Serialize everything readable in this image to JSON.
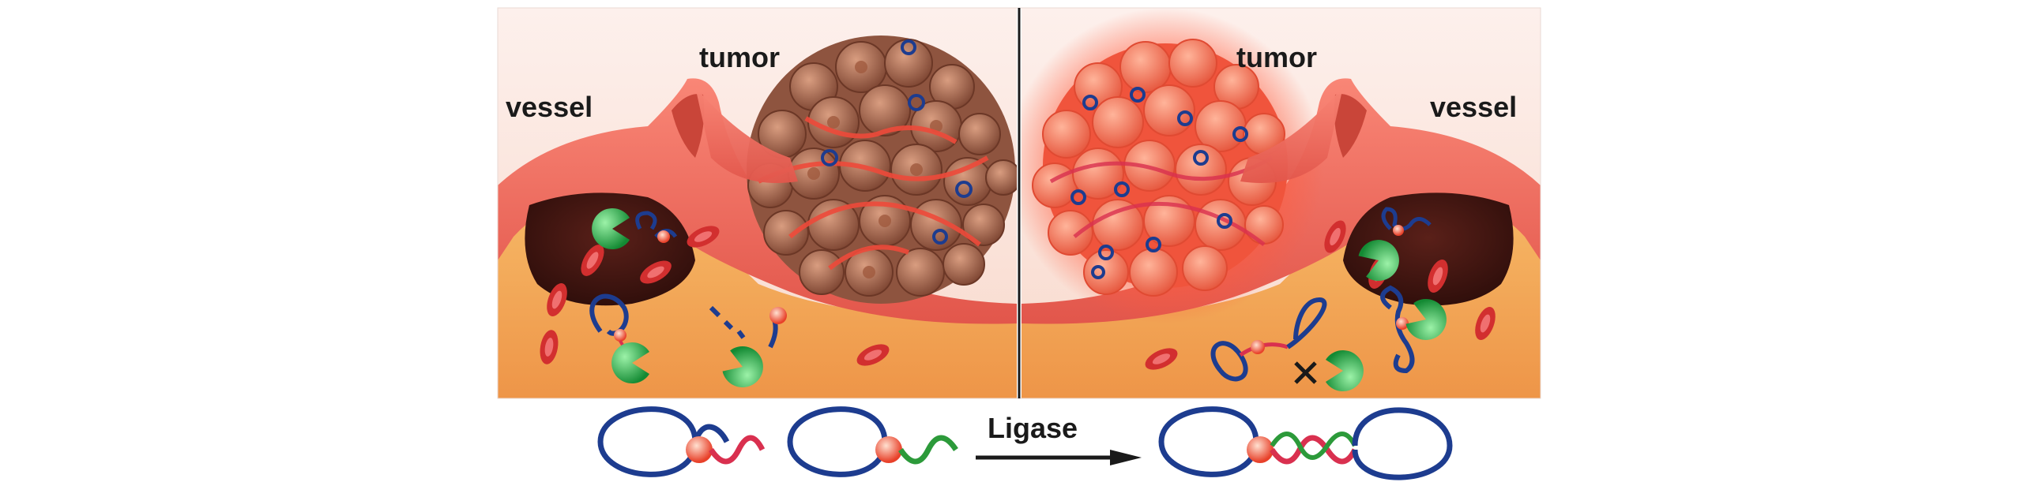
{
  "figure": {
    "left_panel": {
      "tumor_label": "tumor",
      "vessel_label": "vessel"
    },
    "right_panel": {
      "tumor_label": "tumor",
      "vessel_label": "vessel"
    },
    "reaction": {
      "arrow_label": "Ligase"
    },
    "colors": {
      "vessel_wall": "#ef6a5f",
      "vessel_lumen": "#3a1512",
      "tissue": "#f2a04e",
      "tumor_left": "#a8664c",
      "tumor_right": "#f26a4f",
      "blood_cell": "#d22f2f",
      "enzyme": "#1fb043",
      "dna_blue": "#1d3c8f",
      "dna_red": "#d9304f",
      "dna_green": "#2c9a3a",
      "nanoparticle": "#f05a3c"
    }
  }
}
